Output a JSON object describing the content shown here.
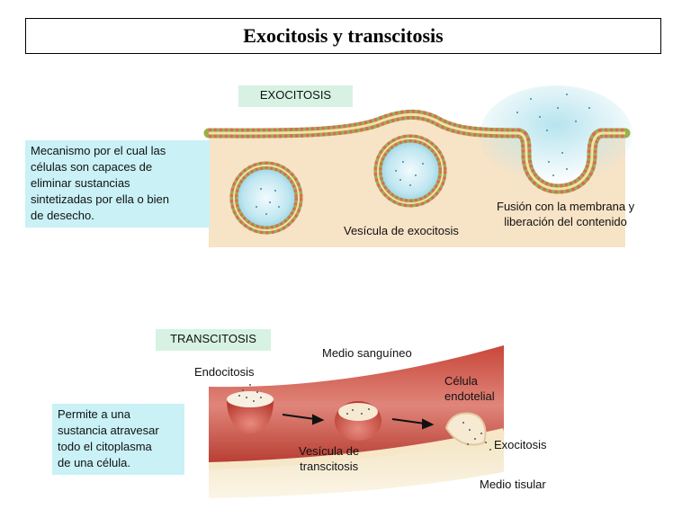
{
  "title": "Exocitosis y transcitosis",
  "exocitosis": {
    "label": "EXOCITOSIS",
    "description": "Mecanismo por el cual las\ncélulas son capaces de\neliminar sustancias\nsintetizadas por ella o bien\nde desecho.",
    "vesicle_label": "Vesícula de exocitosis",
    "fusion_label": "Fusión con la membrana y\nliberación del contenido"
  },
  "transcitosis": {
    "label": "TRANSCITOSIS",
    "description": "Permite a una\nsustancia atravesar\ntodo el citoplasma\nde una célula.",
    "medio_sanguineo": "Medio sanguíneo",
    "endocitosis": "Endocitosis",
    "celula_endotelial": "Célula\nendotelial",
    "vesicula_transcitosis": "Vesícula de\ntranscitosis",
    "exocitosis": "Exocitosis",
    "medio_tisular": "Medio tisular"
  }
}
